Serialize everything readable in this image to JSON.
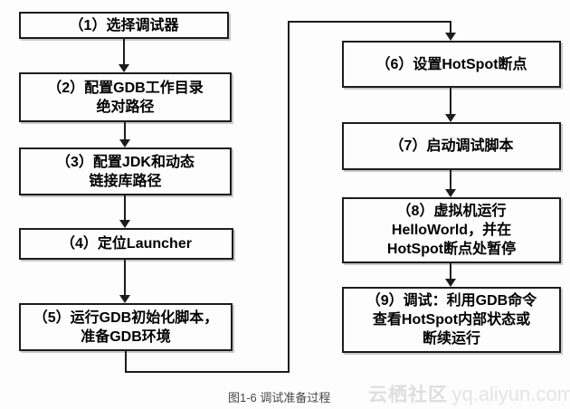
{
  "figure": {
    "caption": "图1-6 调试准备过程",
    "watermark": {
      "brand": "云栖社区",
      "url_text": "yq.aliyun.com"
    }
  },
  "flow": {
    "steps": [
      {
        "id": 1,
        "lines": [
          "（1）选择调试器"
        ]
      },
      {
        "id": 2,
        "lines": [
          "（2）配置GDB工作目录",
          "绝对路径"
        ]
      },
      {
        "id": 3,
        "lines": [
          "（3）配置JDK和动态",
          "链接库路径"
        ]
      },
      {
        "id": 4,
        "lines": [
          "（4）定位Launcher"
        ]
      },
      {
        "id": 5,
        "lines": [
          "（5）运行GDB初始化脚本，",
          "准备GDB环境"
        ]
      },
      {
        "id": 6,
        "lines": [
          "（6）设置HotSpot断点"
        ]
      },
      {
        "id": 7,
        "lines": [
          "（7）启动调试脚本"
        ]
      },
      {
        "id": 8,
        "lines": [
          "（8）虚拟机运行",
          "HelloWorld，并在",
          "HotSpot断点处暂停"
        ]
      },
      {
        "id": 9,
        "lines": [
          "（9）调试：利用GDB命令",
          "查看HotSpot内部状态或",
          "断续运行"
        ]
      }
    ]
  },
  "colors": {
    "border": "#1c1c1c",
    "text": "#000000",
    "caption": "#474747",
    "watermark": "#e0e0e0",
    "background": "#fdfdfd"
  }
}
